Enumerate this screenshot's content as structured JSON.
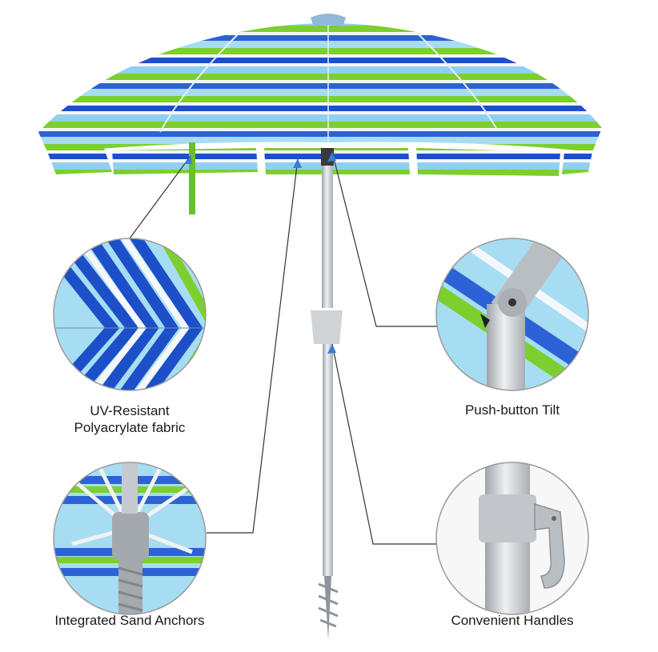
{
  "features": [
    {
      "id": "fabric",
      "lines": [
        "UV-Resistant",
        "Polyacrylate fabric"
      ]
    },
    {
      "id": "tilt",
      "lines": [
        "Push-button Tilt"
      ]
    },
    {
      "id": "anchors",
      "lines": [
        "Integrated Sand Anchors"
      ]
    },
    {
      "id": "handles",
      "lines": [
        "Convenient Handles"
      ]
    }
  ],
  "colors": {
    "stripe_green": "#7ccf2e",
    "stripe_blue": "#1c4fc8",
    "stripe_light_blue": "#8fd0ee",
    "stripe_white": "#f4f8fb",
    "pole": "#c9cdd1",
    "leader_line": "#333333",
    "arrow": "#3a7bd5",
    "circle_border": "#9a9a9a"
  },
  "icons": [
    "arrow-pointer-icon"
  ]
}
